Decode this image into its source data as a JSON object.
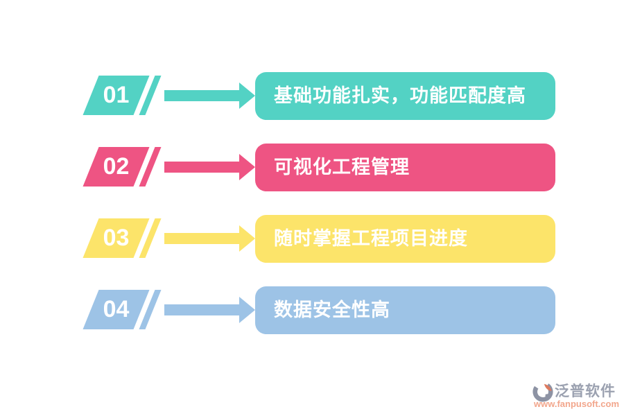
{
  "items": [
    {
      "number": "01",
      "label": "基础功能扎实，功能匹配度高",
      "color": "#53D2C4"
    },
    {
      "number": "02",
      "label": "可视化工程管理",
      "color": "#EE5483"
    },
    {
      "number": "03",
      "label": "随时掌握工程项目进度",
      "color": "#FCE46A"
    },
    {
      "number": "04",
      "label": "数据安全性高",
      "color": "#9DC3E6"
    }
  ],
  "footer": {
    "brand": "泛普软件",
    "website": "www.fanpusoft.com",
    "brand_color": "#9BA1B0",
    "website_color": "#F2A68C",
    "logo_gray": "#8D93A4",
    "logo_accent": "#DD7A5F"
  }
}
